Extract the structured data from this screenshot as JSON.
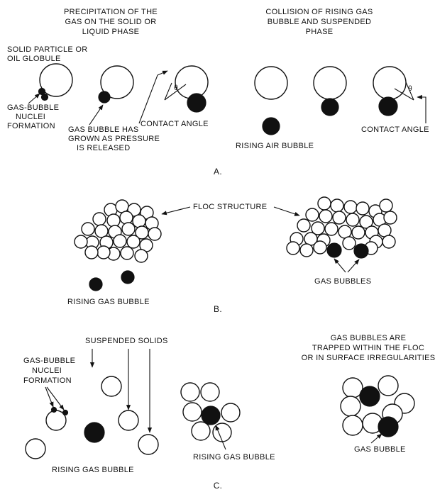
{
  "colors": {
    "ink": "#111111",
    "background": "#ffffff"
  },
  "panel_a": {
    "heading_left": [
      "PRECIPITATION OF THE",
      "GAS ON THE SOLID OR",
      "LIQUID PHASE"
    ],
    "heading_right": [
      "COLLISION OF RISING GAS",
      "BUBBLE AND SUSPENDED",
      "PHASE"
    ],
    "label_solid_particle": [
      "SOLID PARTICLE OR",
      "OIL GLOBULE"
    ],
    "label_nuclei": [
      "GAS-BUBBLE",
      "NUCLEI",
      "FORMATION"
    ],
    "label_grown": [
      "GAS BUBBLE HAS",
      "GROWN AS PRESSURE",
      "IS RELEASED"
    ],
    "label_contact_left": "CONTACT ANGLE",
    "label_rising_air": "RISING AIR BUBBLE",
    "label_contact_right": "CONTACT ANGLE",
    "angle_symbol": "θ",
    "section_letter": "A."
  },
  "panel_b": {
    "label_floc": "FLOC STRUCTURE",
    "label_rising": "RISING GAS BUBBLE",
    "label_gas_bubbles": "GAS BUBBLES",
    "section_letter": "B."
  },
  "panel_c": {
    "label_suspended": "SUSPENDED SOLIDS",
    "label_nuclei": [
      "GAS-BUBBLE",
      "NUCLEI",
      "FORMATION"
    ],
    "label_rising_left": "RISING GAS BUBBLE",
    "label_rising_mid": "RISING GAS BUBBLE",
    "label_trapped": [
      "GAS BUBBLES ARE",
      "TRAPPED WITHIN THE FLOC",
      "OR IN SURFACE IRREGULARITIES"
    ],
    "label_gas_bubble": "GAS BUBBLE",
    "section_letter": "C."
  }
}
